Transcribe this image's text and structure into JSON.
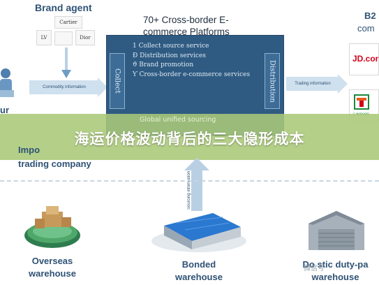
{
  "header": {
    "brand_agent": "Brand agent",
    "platforms_line1": "70+ Cross-border E-",
    "platforms_line2": "commerce Platforms",
    "b2_label": "B2",
    "com_label": "com"
  },
  "brand_logos": [
    "Cartier",
    "LV",
    "Dior"
  ],
  "flow": {
    "commodity_information": "Commodity information",
    "trading_information": "Trading information",
    "collect": "Collect",
    "distribution": "Distribution",
    "sourcing_label": "Sourcing information",
    "services": [
      "1  Collect source service",
      "Ð Distribution services",
      "ϑ Brand promotion",
      "Ƴ Cross-border e-commerce  services"
    ],
    "global_sourcing": "Global unified sourcing"
  },
  "left_labels": {
    "ur": "ur",
    "impo": "Impo",
    "trading_company": "trading company"
  },
  "retailers": [
    "JD.com",
    "7-Eleven"
  ],
  "banner": {
    "title": "海运价格波动背后的三大隐形成本"
  },
  "warehouses": [
    {
      "line1": "Overseas",
      "line2": "warehouse"
    },
    {
      "line1": "Bonded",
      "line2": "warehouse"
    },
    {
      "line1": "Do    stic duty-pa",
      "line2": "warehouse"
    }
  ],
  "watermark": "微信号",
  "colors": {
    "center_box": "#2f5b82",
    "banner": "#aac878",
    "label_text": "#2f5275"
  }
}
